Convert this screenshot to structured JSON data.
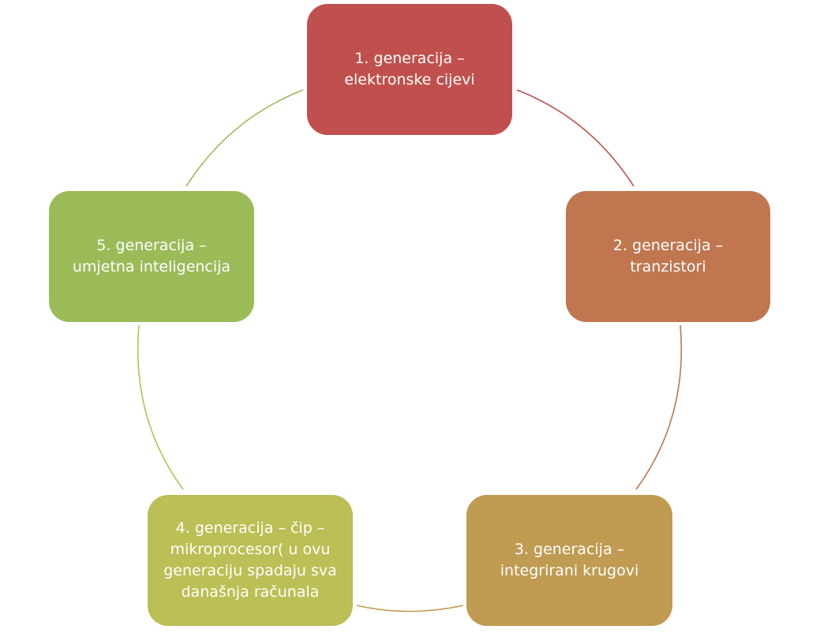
{
  "diagram": {
    "type": "cycle",
    "nodes": [
      {
        "id": "1",
        "lines": [
          "1. generacija –",
          "elektronske cijevi"
        ],
        "color": "#c0504d"
      },
      {
        "id": "2",
        "lines": [
          "2. generacija –",
          "tranzistori"
        ],
        "color": "#c0774f"
      },
      {
        "id": "3",
        "lines": [
          "3. generacija –",
          "integrirani krugovi"
        ],
        "color": "#c09b52"
      },
      {
        "id": "4",
        "lines": [
          "4. generacija – čip –",
          "mikroprocesor( u ovu",
          "generaciju spadaju sva",
          "današnja računala"
        ],
        "color": "#bbbf55"
      },
      {
        "id": "5",
        "lines": [
          "5. generacija –",
          "umjetna inteligencija"
        ],
        "color": "#9bbb59"
      }
    ]
  }
}
